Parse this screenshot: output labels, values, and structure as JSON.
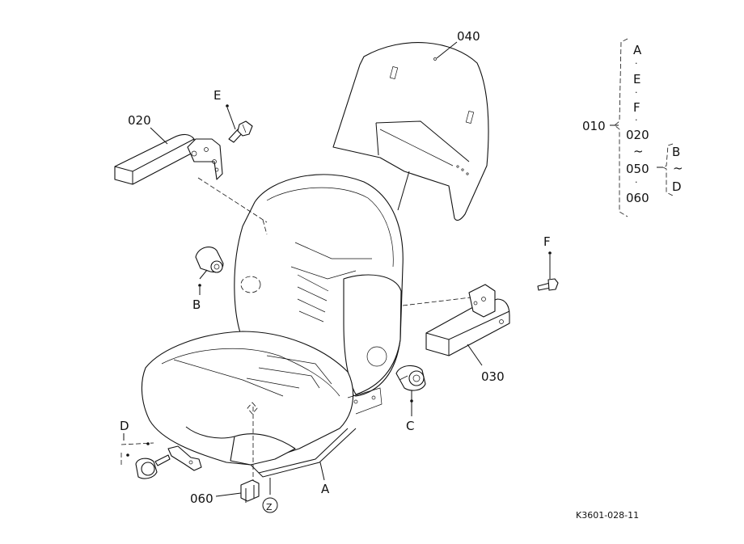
{
  "callouts": {
    "c010": "010",
    "c020": "020",
    "c030": "030",
    "c040": "040",
    "c060": "060",
    "cA": "A",
    "cB": "B",
    "cC": "C",
    "cD": "D",
    "cE": "E",
    "cF": "F",
    "cZ": "Z"
  },
  "legend": {
    "main_items": [
      "A",
      "·",
      "E",
      "·",
      "F",
      "·",
      "020",
      "~",
      "050",
      "·",
      "060"
    ],
    "sub_items": [
      "B",
      "~",
      "D"
    ]
  },
  "drawing_code": "K3601-028-11"
}
